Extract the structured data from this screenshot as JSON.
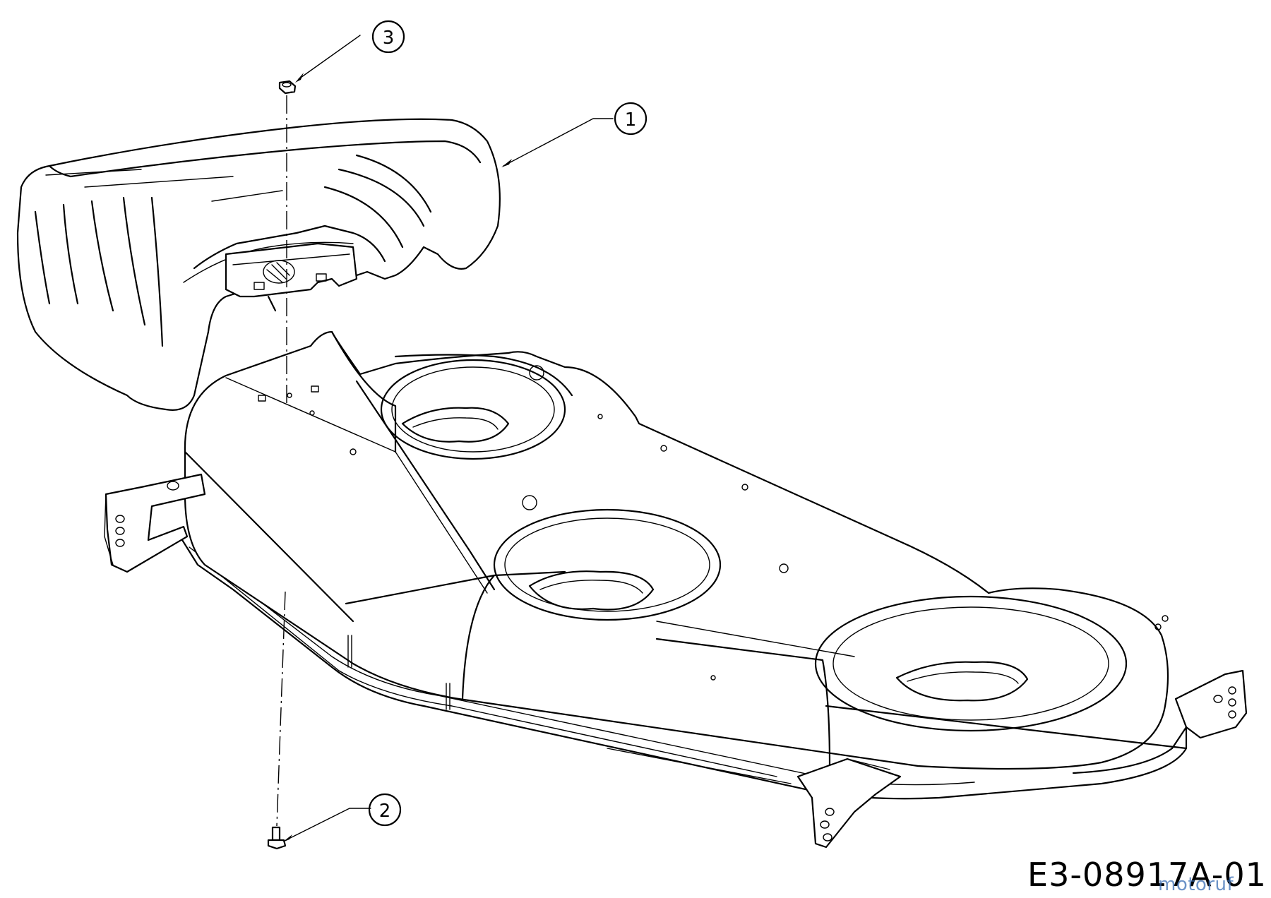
{
  "diagram": {
    "drawing_number": "E3-08917A-01",
    "watermark": "motoruf",
    "callouts": [
      {
        "id": "callout-1",
        "label": "1",
        "part": "deflector-shield"
      },
      {
        "id": "callout-2",
        "label": "2",
        "part": "bolt"
      },
      {
        "id": "callout-3",
        "label": "3",
        "part": "nut"
      }
    ]
  }
}
